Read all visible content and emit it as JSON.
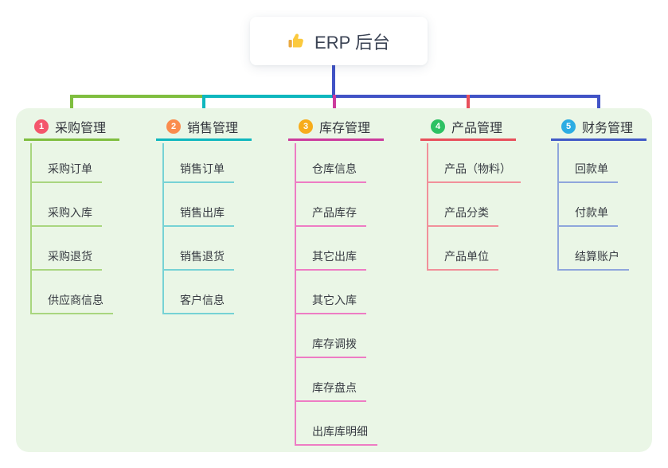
{
  "root": {
    "label": "ERP 后台",
    "icon": "thumbs-up-icon"
  },
  "connector_color": "#4153C6",
  "panel_color": "#EAF6E6",
  "branches": [
    {
      "index": "1",
      "label": "采购管理",
      "colors": {
        "badge": "#F4566C",
        "line": "#7FBE3F",
        "child_line": "#A9D67F"
      },
      "children": [
        "采购订单",
        "采购入库",
        "采购退货",
        "供应商信息"
      ]
    },
    {
      "index": "2",
      "label": "销售管理",
      "colors": {
        "badge": "#FA8C4D",
        "line": "#0FB7BE",
        "child_line": "#76D2D5"
      },
      "children": [
        "销售订单",
        "销售出库",
        "销售退货",
        "客户信息"
      ]
    },
    {
      "index": "3",
      "label": "库存管理",
      "colors": {
        "badge": "#F7AC1B",
        "line": "#CC3B9D",
        "child_line": "#EE7CC4"
      },
      "children": [
        "仓库信息",
        "产品库存",
        "其它出库",
        "其它入库",
        "库存调拨",
        "库存盘点",
        "出库库明细"
      ]
    },
    {
      "index": "4",
      "label": "产品管理",
      "colors": {
        "badge": "#2DC163",
        "line": "#E84F5B",
        "child_line": "#F1909A"
      },
      "children": [
        "产品（物料）",
        "产品分类",
        "产品单位"
      ]
    },
    {
      "index": "5",
      "label": "财务管理",
      "colors": {
        "badge": "#2CACE3",
        "line": "#4059C7",
        "child_line": "#8FA6DC"
      },
      "children": [
        "回款单",
        "付款单",
        "结算账户"
      ]
    }
  ]
}
